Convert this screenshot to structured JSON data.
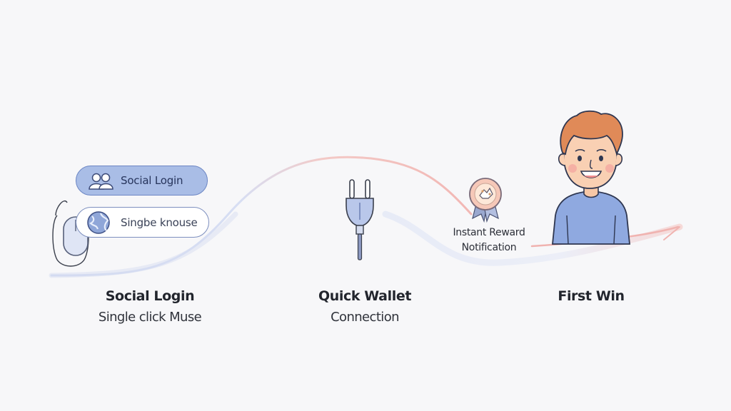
{
  "steps": [
    {
      "title": "Social Login",
      "subtitle": "Single click Muse",
      "pills": [
        {
          "label": "Social Login",
          "icon": "users-icon"
        },
        {
          "label": "Singbe knouse",
          "icon": "globe-icon"
        }
      ]
    },
    {
      "title": "Quick Wallet",
      "subtitle": "Connection",
      "icon": "plug-icon"
    },
    {
      "title": "First Win",
      "icon": "person-icon",
      "badge": {
        "label_line1": "Instant Reward",
        "label_line2": "Notification",
        "icon": "reward-badge-icon"
      }
    }
  ],
  "colors": {
    "background": "#f7f7f9",
    "accent_blue": "#a9bde6",
    "accent_pink": "#f2b7b4",
    "shirt_blue": "#8fa9e0"
  }
}
